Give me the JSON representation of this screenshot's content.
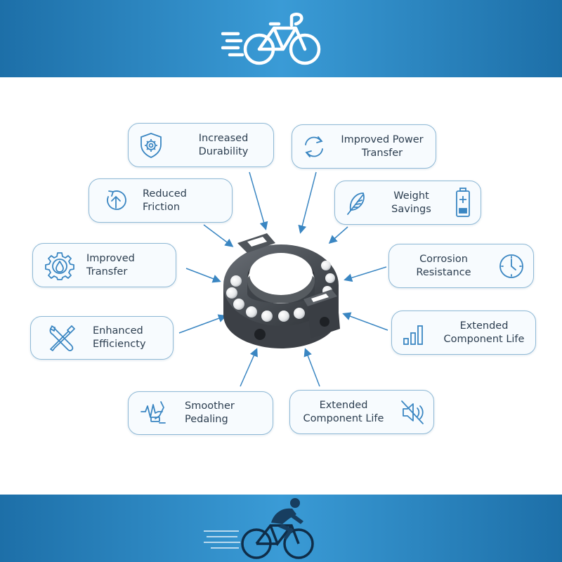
{
  "colors": {
    "band": "#2f8ccb",
    "accent": "#3a86c2",
    "card_border": "#8fb9d6",
    "text": "#2c3e50"
  },
  "header": {
    "icon": "speed-bike-icon"
  },
  "footer": {
    "icon": "cyclist-icon"
  },
  "center": {
    "icon": "ball-bearing-icon"
  },
  "benefits": [
    {
      "key": "durability",
      "line1": "Increased",
      "line2": "Durability",
      "icon": "shield-gear-icon"
    },
    {
      "key": "power",
      "line1": "Improved Power",
      "line2": "Transfer",
      "icon": "cycle-arrows-icon"
    },
    {
      "key": "friction",
      "line1": "Reduced",
      "line2": "Friction",
      "icon": "up-arrow-cycle-icon"
    },
    {
      "key": "weight",
      "line1": "Weight",
      "line2": "Savings",
      "icon": "feather-icon",
      "icon2": "battery-icon"
    },
    {
      "key": "transfer",
      "line1": "Improved",
      "line2": "Transfer",
      "icon": "gear-drop-icon"
    },
    {
      "key": "corrosion",
      "line1": "Corrosion",
      "line2": "Resistance",
      "icon": "clock-icon"
    },
    {
      "key": "efficiency",
      "line1": "Enhanced",
      "line2": "Efficiencty",
      "icon": "wrench-screwdriver-icon"
    },
    {
      "key": "life_right",
      "line1": "Extended",
      "line2": "Component Life",
      "icon": "bar-chart-icon"
    },
    {
      "key": "pedaling",
      "line1": "Smoother",
      "line2": "Pedaling",
      "icon": "pedal-wave-icon"
    },
    {
      "key": "life_bottom",
      "line1": "Extended",
      "line2": "Component Life",
      "icon": "muted-speaker-icon"
    }
  ]
}
